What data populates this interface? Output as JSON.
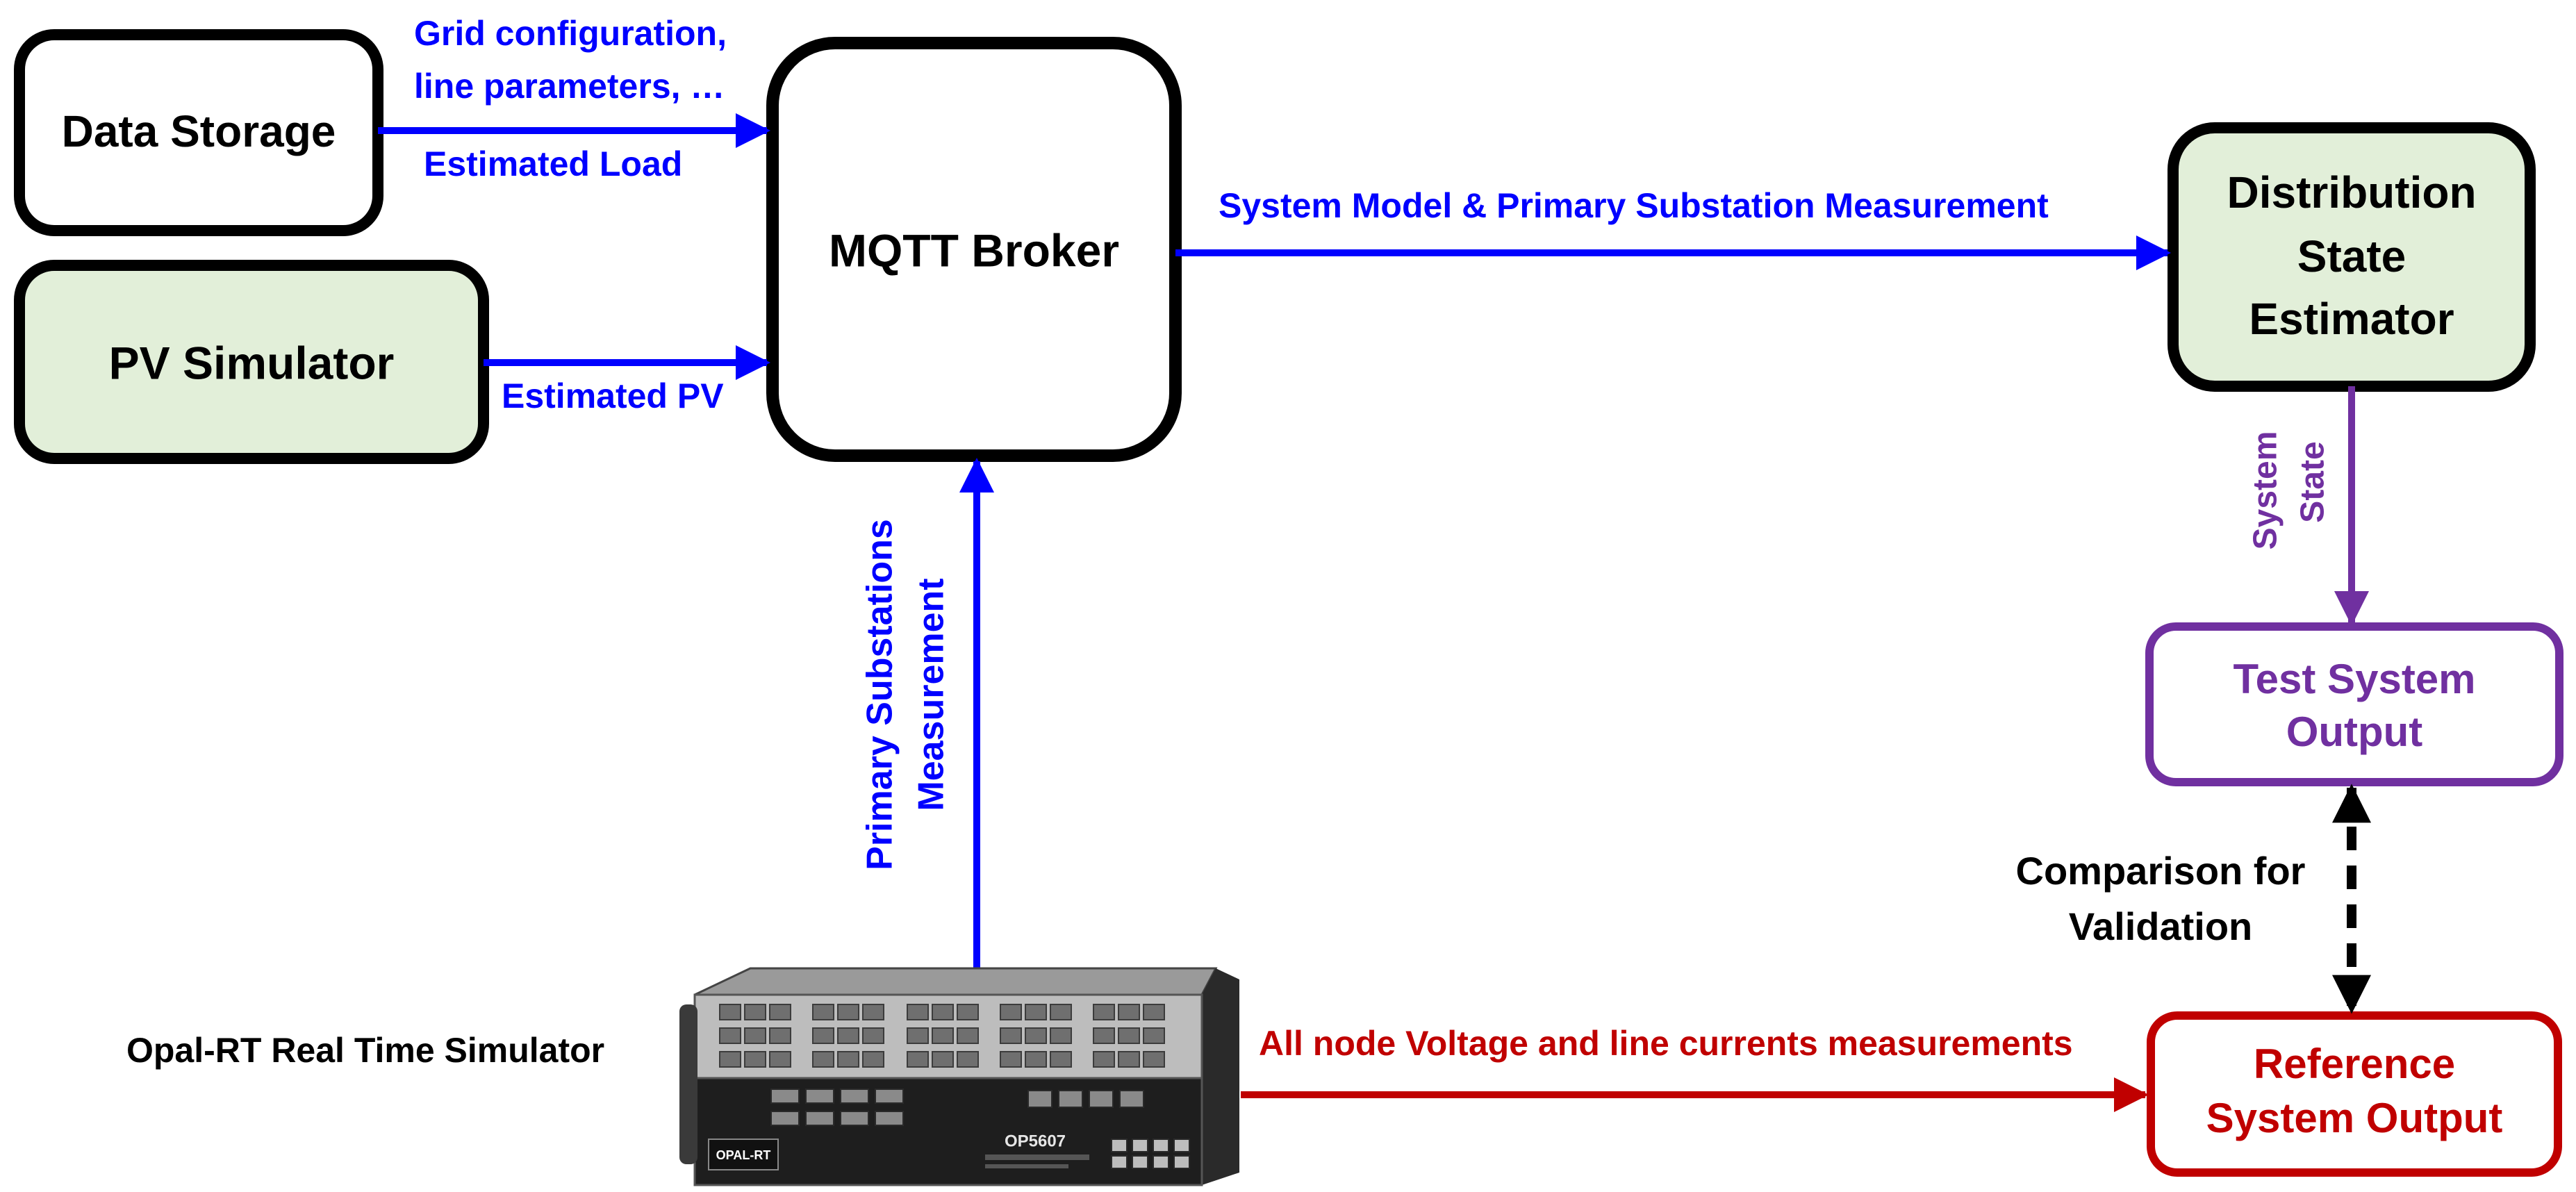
{
  "colors": {
    "blue": "#0000ff",
    "purple": "#7030a0",
    "red": "#c00000",
    "black": "#000000",
    "box_fill_green": "#e2efd9",
    "box_fill_white": "#ffffff"
  },
  "boxes": {
    "data_storage": "Data Storage",
    "pv_simulator": "PV Simulator",
    "mqtt_broker": "MQTT Broker",
    "dse_line1": "Distribution",
    "dse_line2": "State",
    "dse_line3": "Estimator",
    "test_output_line1": "Test System",
    "test_output_line2": "Output",
    "reference_output_line1": "Reference",
    "reference_output_line2": "System Output"
  },
  "labels": {
    "grid_config_line1": "Grid configuration,",
    "grid_config_line2": "line parameters, …",
    "estimated_load": "Estimated Load",
    "estimated_pv": "Estimated PV",
    "system_model": "System Model & Primary Substation Measurement",
    "primary_substations_line1": "Primary Substations",
    "primary_substations_line2": "Measurement",
    "system_state_line1": "System",
    "system_state_line2": "State",
    "comparison_line1": "Comparison for",
    "comparison_line2": "Validation",
    "all_node": "All node Voltage and line currents measurements",
    "opal_rt": "Opal-RT Real Time Simulator"
  },
  "device": {
    "brand": "OPAL-RT",
    "model": "OP5607"
  }
}
